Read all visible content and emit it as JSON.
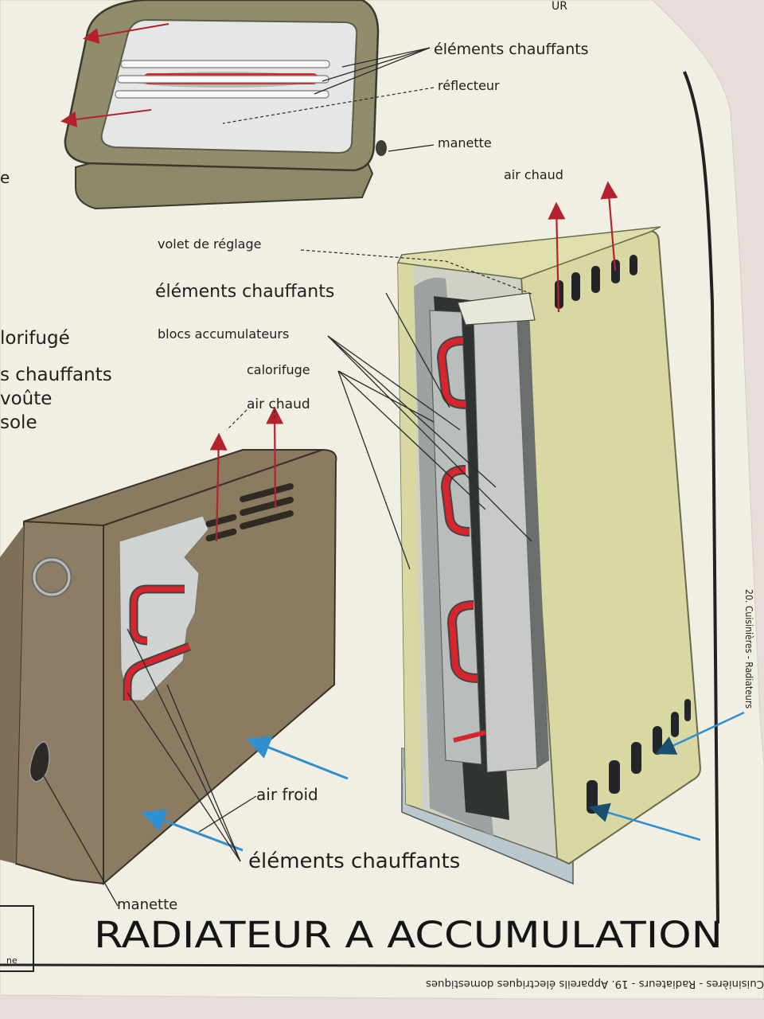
{
  "top_heater": {
    "label_heating_elements": "éléments chauffants",
    "label_reflector": "réflecteur",
    "label_knob": "manette",
    "partial_label_left": "e",
    "partial_label_top": "UR"
  },
  "middle_left_partial_labels": {
    "line1": "lorifugé",
    "line2": "s chauffants",
    "line3": "voûte",
    "line4": "sole"
  },
  "accumulator_tall": {
    "label_hot_air": "air chaud",
    "label_shutter": "volet de réglage",
    "label_heating_elements": "éléments chauffants",
    "label_storage_blocks": "blocs accumulateurs",
    "label_insulation": "calorifuge"
  },
  "convector": {
    "label_hot_air": "air chaud",
    "label_cold_air": "air froid",
    "label_heating_elements": "éléments chauffants",
    "label_knob": "manette"
  },
  "poster": {
    "title": "RADIATEUR A ACCUMULATION",
    "footer_upside_down": "Cuisinières - Radiateurs - 19. Appareils électriques domestiques",
    "side_vertical": "20. Cuisinières - Radiateurs",
    "corner_fragment": "ne"
  },
  "colors": {
    "paper": "#f1eee4",
    "heater_body": "#8f8a6b",
    "accumulator_body": "#d9d8a2",
    "convector_body": "#8c7c63",
    "heating_red": "#d8242c",
    "hot_air_arrow": "#b4222e",
    "cold_air_arrow": "#2f8fcf"
  }
}
